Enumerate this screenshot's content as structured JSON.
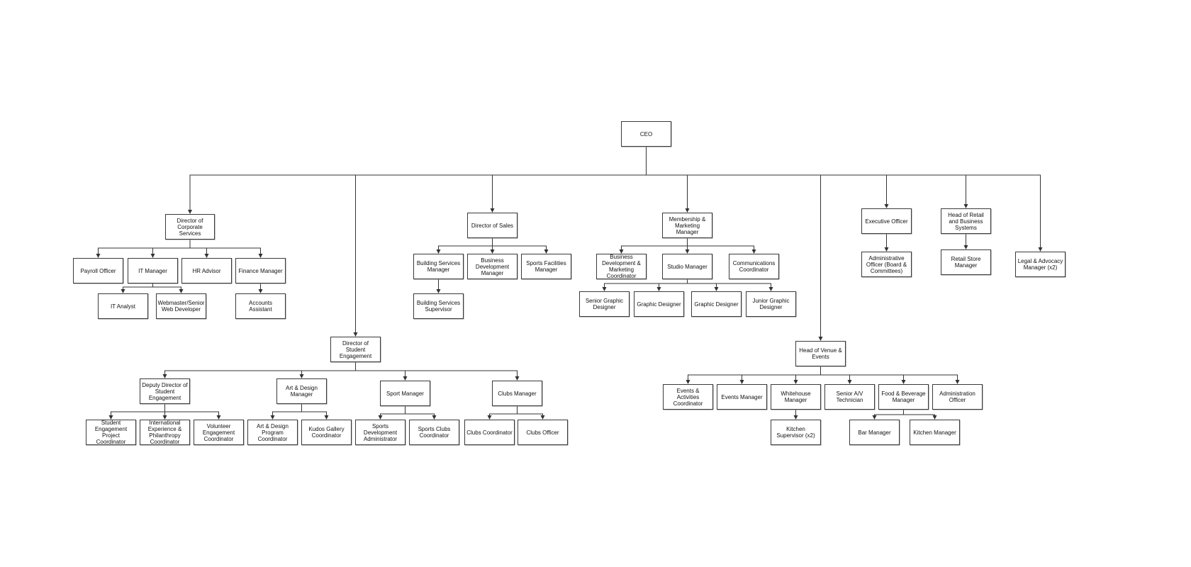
{
  "chart_title": "",
  "nodes": {
    "ceo": {
      "label": "CEO"
    },
    "dir_corporate": {
      "label": "Director of Corporate Services"
    },
    "payroll": {
      "label": "Payroll Officer"
    },
    "it_manager": {
      "label": "IT Manager"
    },
    "hr_advisor": {
      "label": "HR Advisor"
    },
    "finance_manager": {
      "label": "Finance Manager"
    },
    "it_analyst": {
      "label": "IT Analyst"
    },
    "webmaster": {
      "label": "Webmaster/Senior Web Developer"
    },
    "accounts_assistant": {
      "label": "Accounts Assistant"
    },
    "dir_sales": {
      "label": "Director of Sales"
    },
    "building_services_manager": {
      "label": "Building Services Manager"
    },
    "business_dev_manager": {
      "label": "Business Development Manager"
    },
    "sports_facilities_manager": {
      "label": "Sports Facilities Manager"
    },
    "building_services_supervisor": {
      "label": "Building Services Supervisor"
    },
    "membership_marketing": {
      "label": "Membership & Marketing Manager"
    },
    "bd_marketing_coordinator": {
      "label": "Business Development & Marketing Coordinator"
    },
    "studio_manager": {
      "label": "Studio Manager"
    },
    "communications_coordinator": {
      "label": "Communications Coordinator"
    },
    "senior_graphic_designer": {
      "label": "Senior Graphic Designer"
    },
    "graphic_designer_1": {
      "label": "Graphic Designer"
    },
    "graphic_designer_2": {
      "label": "Graphic Designer"
    },
    "junior_graphic_designer": {
      "label": "Junior Graphic Designer"
    },
    "executive_officer": {
      "label": "Executive Officer"
    },
    "administrative_officer": {
      "label": "Administrative Officer (Board & Committees)"
    },
    "head_retail": {
      "label": "Head of Retail and Business Systems"
    },
    "retail_store_manager": {
      "label": "Retail Store Manager"
    },
    "legal_advocacy": {
      "label": "Legal & Advocacy Manager (x2)"
    },
    "dir_student_engagement": {
      "label": "Director of Student Engagement"
    },
    "deputy_director": {
      "label": "Deputy Director of Student Engagement"
    },
    "art_design_manager": {
      "label": "Art & Design Manager"
    },
    "sport_manager": {
      "label": "Sport Manager"
    },
    "clubs_manager": {
      "label": "Clubs Manager"
    },
    "se_project_coordinator": {
      "label": "Student Engagement Project Coordinator"
    },
    "international_coordinator": {
      "label": "International Experience & Philanthropy Coordinator"
    },
    "volunteer_coordinator": {
      "label": "Volunteer Engagement Coordinator"
    },
    "art_program_coordinator": {
      "label": "Art & Design Program Coordinator"
    },
    "kudos_coordinator": {
      "label": "Kudos Gallery Coordinator"
    },
    "sports_dev_admin": {
      "label": "Sports Development Administrator"
    },
    "sports_clubs_coordinator": {
      "label": "Sports Clubs Coordinator"
    },
    "clubs_coordinator": {
      "label": "Clubs Coordinator"
    },
    "clubs_officer": {
      "label": "Clubs Officer"
    },
    "head_venue": {
      "label": "Head of Venue & Events"
    },
    "events_activities_coordinator": {
      "label": "Events & Activities Coordinator"
    },
    "events_manager": {
      "label": "Events Manager"
    },
    "whitehouse_manager": {
      "label": "Whitehouse Manager"
    },
    "senior_av_technician": {
      "label": "Senior A/V Technician"
    },
    "food_beverage_manager": {
      "label": "Food & Beverage Manager"
    },
    "administration_officer": {
      "label": "Administration Officer"
    },
    "kitchen_supervisor": {
      "label": "Kitchen Supervisor (x2)"
    },
    "bar_manager": {
      "label": "Bar Manager"
    },
    "kitchen_manager": {
      "label": "Kitchen Manager"
    }
  },
  "reporting_lines": [
    [
      "ceo",
      "dir_corporate"
    ],
    [
      "ceo",
      "dir_student_engagement"
    ],
    [
      "ceo",
      "dir_sales"
    ],
    [
      "ceo",
      "membership_marketing"
    ],
    [
      "ceo",
      "head_venue"
    ],
    [
      "ceo",
      "executive_officer"
    ],
    [
      "ceo",
      "head_retail"
    ],
    [
      "ceo",
      "legal_advocacy"
    ],
    [
      "dir_corporate",
      "payroll"
    ],
    [
      "dir_corporate",
      "it_manager"
    ],
    [
      "dir_corporate",
      "hr_advisor"
    ],
    [
      "dir_corporate",
      "finance_manager"
    ],
    [
      "it_manager",
      "it_analyst"
    ],
    [
      "it_manager",
      "webmaster"
    ],
    [
      "finance_manager",
      "accounts_assistant"
    ],
    [
      "dir_sales",
      "building_services_manager"
    ],
    [
      "dir_sales",
      "business_dev_manager"
    ],
    [
      "dir_sales",
      "sports_facilities_manager"
    ],
    [
      "building_services_manager",
      "building_services_supervisor"
    ],
    [
      "membership_marketing",
      "bd_marketing_coordinator"
    ],
    [
      "membership_marketing",
      "studio_manager"
    ],
    [
      "membership_marketing",
      "communications_coordinator"
    ],
    [
      "studio_manager",
      "senior_graphic_designer"
    ],
    [
      "studio_manager",
      "graphic_designer_1"
    ],
    [
      "studio_manager",
      "graphic_designer_2"
    ],
    [
      "studio_manager",
      "junior_graphic_designer"
    ],
    [
      "executive_officer",
      "administrative_officer"
    ],
    [
      "head_retail",
      "retail_store_manager"
    ],
    [
      "dir_student_engagement",
      "deputy_director"
    ],
    [
      "dir_student_engagement",
      "art_design_manager"
    ],
    [
      "dir_student_engagement",
      "sport_manager"
    ],
    [
      "dir_student_engagement",
      "clubs_manager"
    ],
    [
      "deputy_director",
      "se_project_coordinator"
    ],
    [
      "deputy_director",
      "international_coordinator"
    ],
    [
      "deputy_director",
      "volunteer_coordinator"
    ],
    [
      "art_design_manager",
      "art_program_coordinator"
    ],
    [
      "art_design_manager",
      "kudos_coordinator"
    ],
    [
      "sport_manager",
      "sports_dev_admin"
    ],
    [
      "sport_manager",
      "sports_clubs_coordinator"
    ],
    [
      "clubs_manager",
      "clubs_coordinator"
    ],
    [
      "clubs_manager",
      "clubs_officer"
    ],
    [
      "head_venue",
      "events_activities_coordinator"
    ],
    [
      "head_venue",
      "events_manager"
    ],
    [
      "head_venue",
      "whitehouse_manager"
    ],
    [
      "head_venue",
      "senior_av_technician"
    ],
    [
      "head_venue",
      "food_beverage_manager"
    ],
    [
      "head_venue",
      "administration_officer"
    ],
    [
      "whitehouse_manager",
      "kitchen_supervisor"
    ],
    [
      "food_beverage_manager",
      "bar_manager"
    ],
    [
      "food_beverage_manager",
      "kitchen_manager"
    ]
  ]
}
